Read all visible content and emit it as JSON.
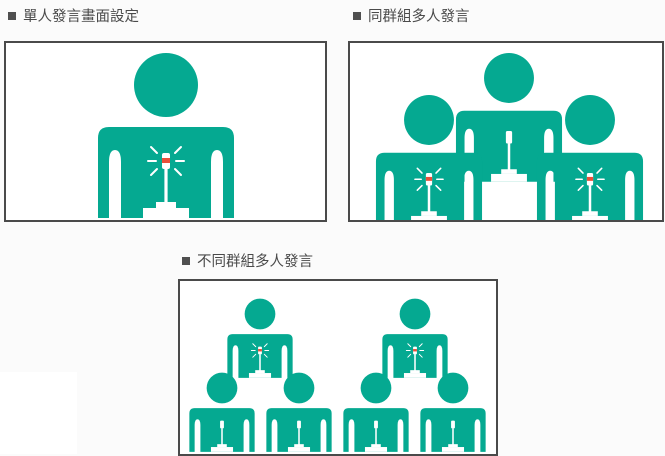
{
  "colors": {
    "figure": "#05a991",
    "mic": "#ffffff",
    "mic_active": "#e8503a"
  },
  "icons": {
    "person": "speaker-person-icon",
    "microphone": "microphone-icon",
    "signal": "speaking-signal-icon"
  },
  "panels": [
    {
      "caption": "單人發言畫面設定",
      "layout": "single-speaker",
      "speaking": [
        true
      ]
    },
    {
      "caption": "同群組多人發言",
      "layout": "same-group-multi-speaker",
      "speaking": [
        false,
        true,
        true
      ]
    },
    {
      "caption": "不同群組多人發言",
      "layout": "different-groups-multi-speaker",
      "speaking": [
        true,
        true,
        false,
        false,
        false,
        false
      ]
    }
  ]
}
